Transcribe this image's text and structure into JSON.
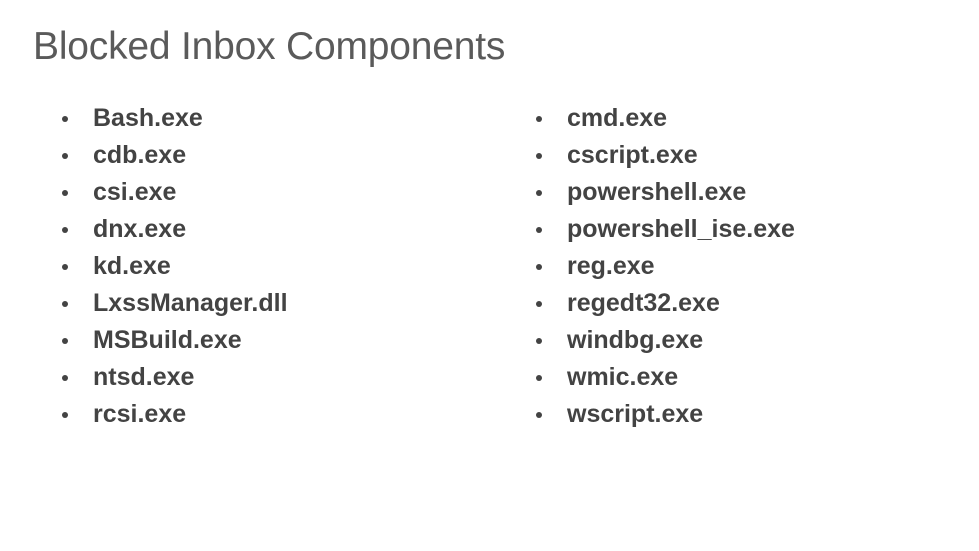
{
  "slide": {
    "title": "Blocked Inbox Components",
    "background_color": "#ffffff",
    "title_color": "#5a5a5a",
    "text_color": "#434343",
    "bullet_color": "#434343",
    "columns": [
      {
        "name": "left-column",
        "items": [
          "Bash.exe",
          "cdb.exe",
          "csi.exe",
          "dnx.exe",
          "kd.exe",
          "LxssManager.dll",
          "MSBuild.exe",
          "ntsd.exe",
          "rcsi.exe"
        ]
      },
      {
        "name": "right-column",
        "items": [
          "cmd.exe",
          "cscript.exe",
          "powershell.exe",
          "powershell_ise.exe",
          "reg.exe",
          "regedt32.exe",
          "windbg.exe",
          "wmic.exe",
          "wscript.exe"
        ]
      }
    ]
  }
}
